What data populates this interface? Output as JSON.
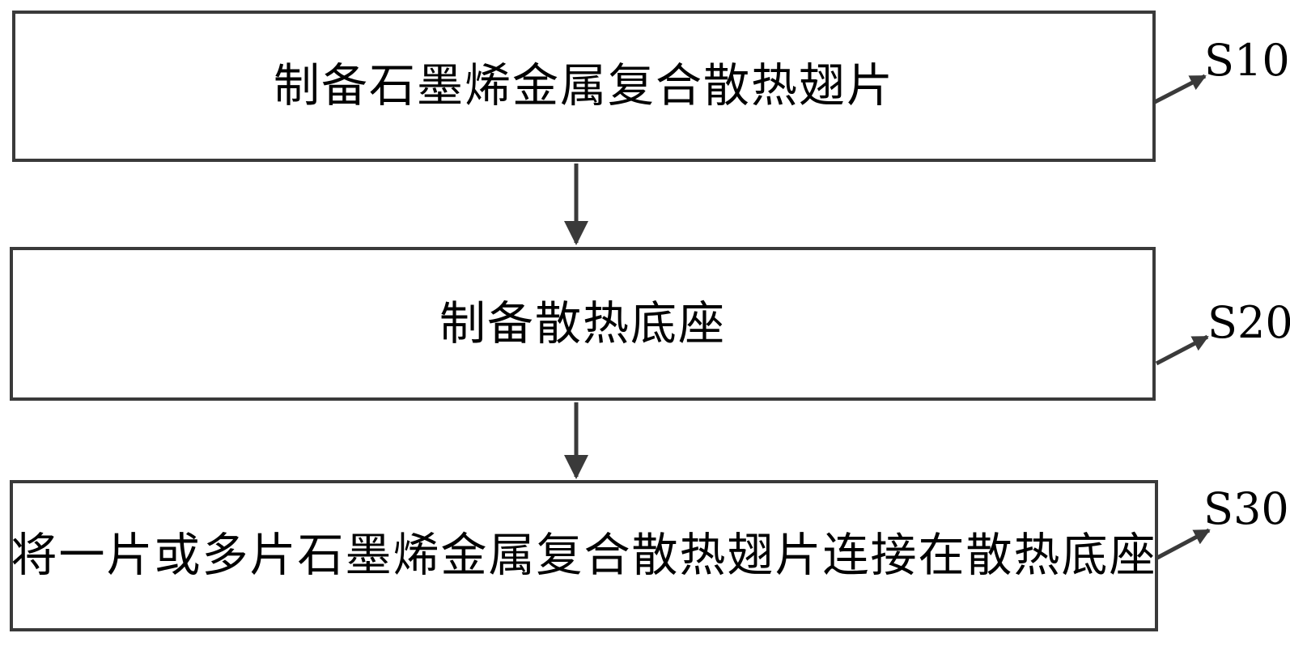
{
  "figure": {
    "type": "flowchart",
    "direction": "top-down",
    "colors": {
      "background": "#ffffff",
      "line": "#3a3a3a",
      "text": "#000000"
    }
  },
  "steps": [
    {
      "id": "S10",
      "label": "制备石墨烯金属复合散热翅片"
    },
    {
      "id": "S20",
      "label": "制备散热底座"
    },
    {
      "id": "S30",
      "label": "将一片或多片石墨烯金属复合散热翅片连接在散热底座"
    }
  ],
  "connectors": [
    {
      "from": "S10",
      "to": "S20",
      "type": "arrow-down"
    },
    {
      "from": "S20",
      "to": "S30",
      "type": "arrow-down"
    }
  ]
}
